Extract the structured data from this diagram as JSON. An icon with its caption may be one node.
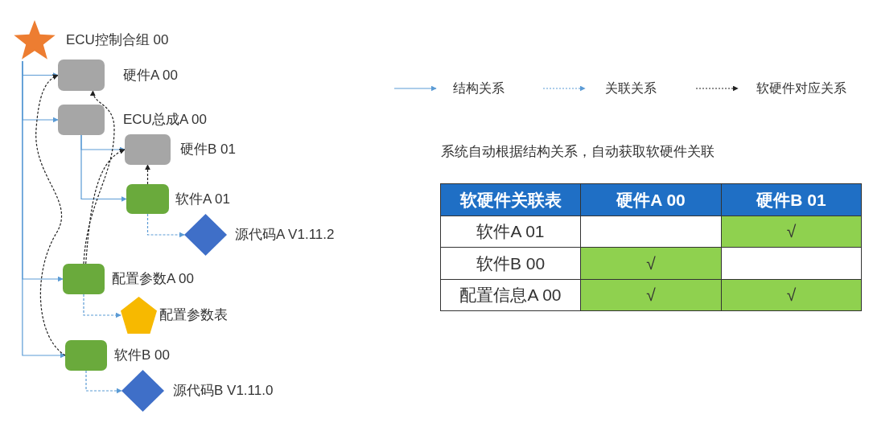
{
  "diagram": {
    "nodes": [
      {
        "text": [
          "ECU控制合组 00"
        ]
      },
      {
        "text": [
          "硬件A 00"
        ]
      },
      {
        "text": [
          "ECU总成A 00"
        ]
      },
      {
        "text": [
          "硬件B 01"
        ]
      },
      {
        "text": [
          "软件A 01"
        ]
      },
      {
        "text": [
          "源代码A V1.11.2"
        ]
      },
      {
        "text": [
          "配置参数A 00"
        ]
      },
      {
        "text": [
          "配置参数表"
        ]
      },
      {
        "text": [
          "软件B 00"
        ]
      },
      {
        "text": [
          "源代码B V1.11.0"
        ]
      }
    ],
    "edges": [
      {
        "from": 0,
        "to": 1,
        "arrow": "to"
      },
      {
        "from": 0,
        "to": 2,
        "arrow": "to"
      },
      {
        "from": 0,
        "to": 6,
        "arrow": "to"
      },
      {
        "from": 0,
        "to": 8,
        "arrow": "to"
      },
      {
        "from": 2,
        "to": 3,
        "arrow": "to"
      },
      {
        "from": 2,
        "to": 4,
        "arrow": "to"
      },
      {
        "from": 4,
        "to": 5,
        "arrow": "to",
        "style": "dashed"
      },
      {
        "from": 6,
        "to": 7,
        "arrow": "to",
        "style": "dashed"
      },
      {
        "from": 8,
        "to": 9,
        "arrow": "to",
        "style": "dashed"
      },
      {
        "from": 4,
        "to": 3,
        "arrow": "to",
        "style": "dashed",
        "color": "#222222"
      },
      {
        "from": 6,
        "to": 1,
        "arrow": "to",
        "style": "dashed",
        "color": "#222222"
      },
      {
        "from": 6,
        "to": 3,
        "arrow": "to",
        "style": "dashed",
        "color": "#222222"
      },
      {
        "from": 8,
        "to": 1,
        "arrow": "to",
        "style": "dashed",
        "color": "#222222"
      }
    ],
    "labels": [
      "系统自动根据结构关系，自动获取软硬件关联",
      "软硬件关联表",
      "硬件A 00",
      "硬件B 01",
      "软件A 01",
      "√",
      "软件B 00",
      "√",
      "配置信息A 00",
      "√",
      "√"
    ],
    "legend": [
      {
        "text": "结构关系"
      },
      {
        "text": "关联关系"
      },
      {
        "text": "软硬件对应关系"
      }
    ]
  }
}
